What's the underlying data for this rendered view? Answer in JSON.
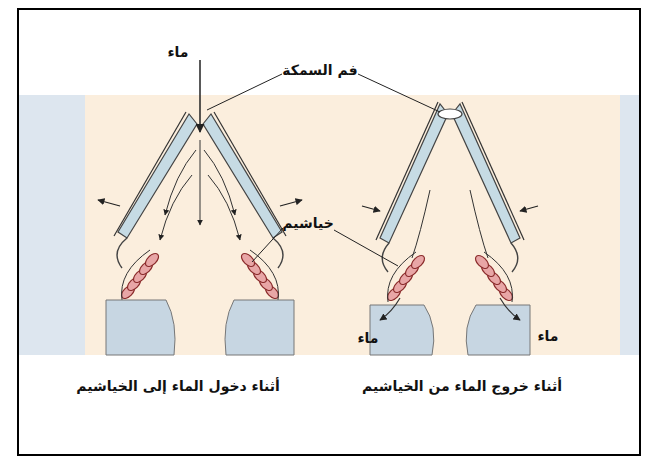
{
  "diagram": {
    "labels": [
      "ماء",
      "فم السمكة",
      "خياشيم",
      "ماء",
      "ماء",
      "أثناء خروج الماء من الخياشيم",
      "أثناء دخول الماء إلى الخياشيم"
    ]
  }
}
